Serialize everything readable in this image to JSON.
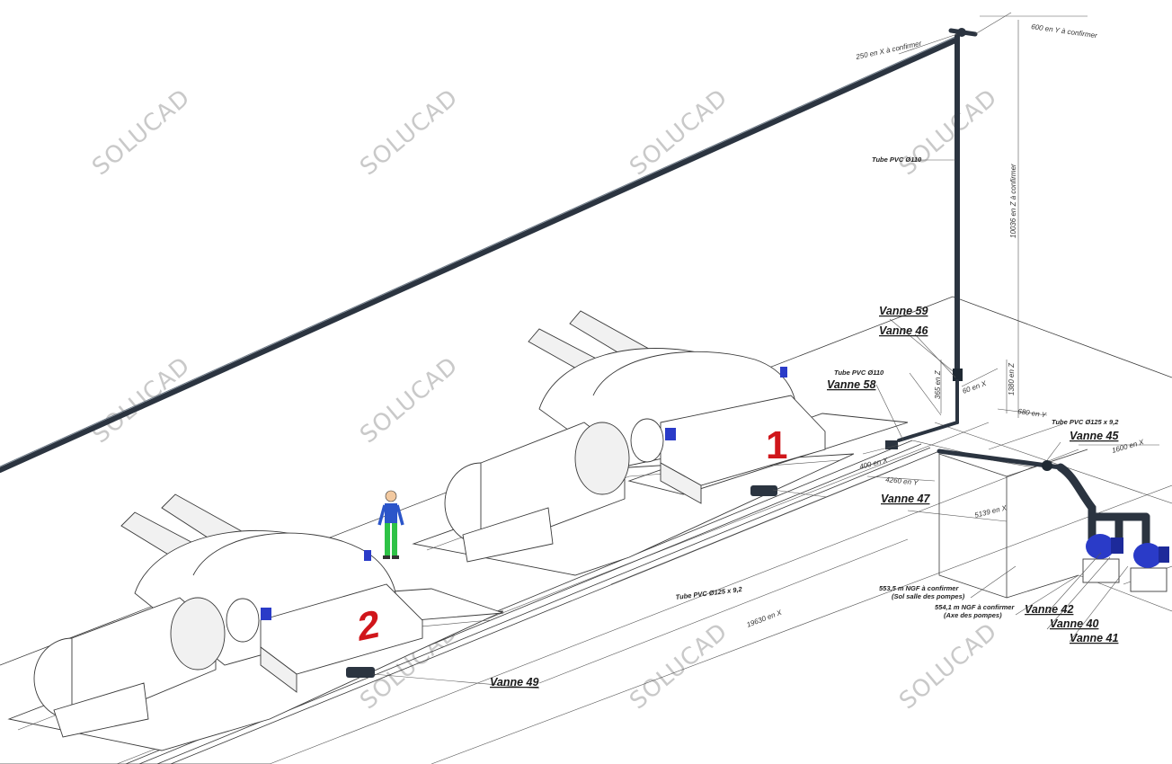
{
  "watermark": "SOLUCAD",
  "unit_numbers": {
    "unit1": "1",
    "unit2": "2"
  },
  "valves": {
    "v59": "Vanne 59",
    "v46": "Vanne 46",
    "v58": "Vanne 58",
    "v45": "Vanne 45",
    "v47": "Vanne 47",
    "v42": "Vanne 42",
    "v40": "Vanne 40",
    "v41": "Vanne 41",
    "v49": "Vanne 49"
  },
  "pipes": {
    "pvc110_top": "Tube PVC  Ø110",
    "pvc110_mid": "Tube PVC Ø110",
    "pvc125_right": "Tube PVC  Ø125 x 9,2",
    "pvc125_bottom": "Tube PVC  Ø125 x 9,2"
  },
  "dimensions": {
    "d250x": "250 en X à confirmer",
    "d600y": "600 en Y à confirmer",
    "d10036z": "10036 en Z à confirmer",
    "d1380z": "1380 en Z",
    "d365z": "365 en Z",
    "d60x": "60 en X",
    "d680y": "680 en Y",
    "d1600x": "1600 en X",
    "d400x": "400 en X",
    "d4260y": "4260 en Y",
    "d5139x": "5139 en X",
    "d19630x": "19630 en X"
  },
  "levels": {
    "floor_line1": "553,5 m NGF à confirmer",
    "floor_line2": "(Sol salle des pompes)",
    "axis_line1": "554,1 m NGF à confirmer",
    "axis_line2": "(Axe des pompes)"
  },
  "colors": {
    "pipe": "#2b3440",
    "unit_number": "#d0161b",
    "pump_blue": "#2a3bc8",
    "person_shirt": "#2b55c9",
    "person_pants": "#2ec246"
  }
}
